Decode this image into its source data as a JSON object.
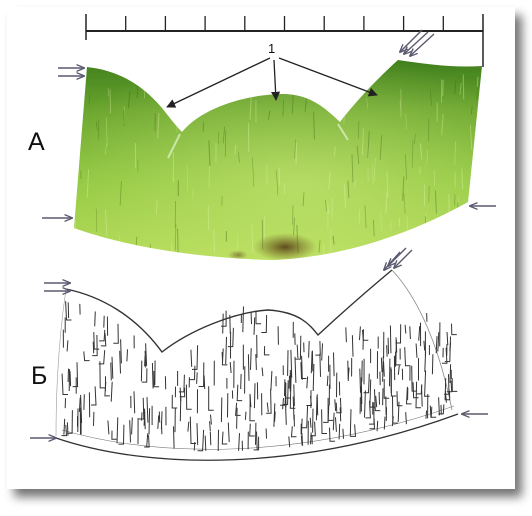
{
  "panels": {
    "top_label": "А",
    "bottom_label": "Б"
  },
  "callout": {
    "label": "1"
  },
  "colors": {
    "specimen_green": "#5f9a2a",
    "specimen_light": "#a9d24c",
    "ink": "#222222",
    "arrow": "#6a6a80",
    "stain": "#6b4a1c"
  },
  "ruler": {
    "tick_count": 11
  }
}
